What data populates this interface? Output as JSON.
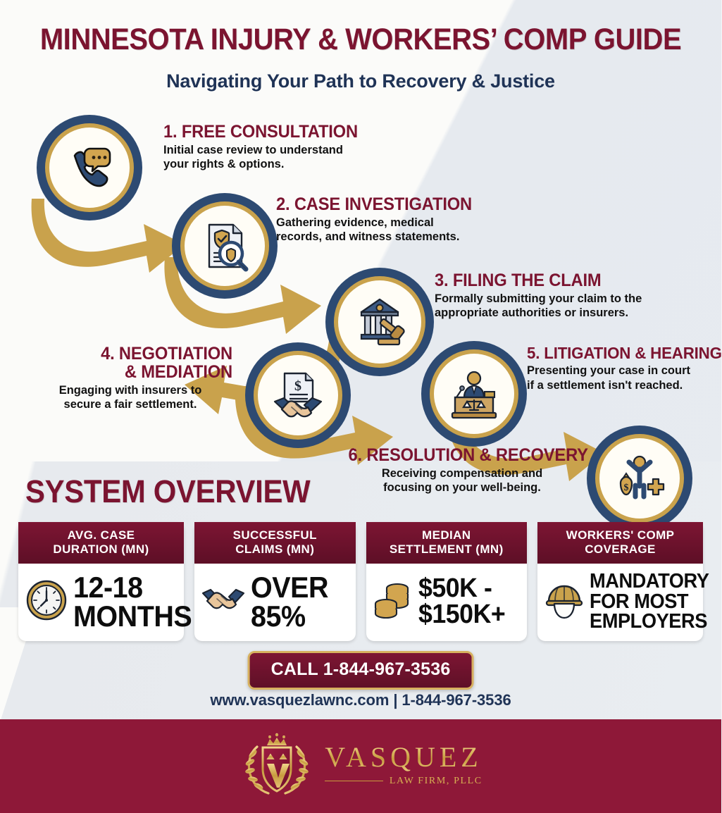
{
  "header": {
    "title": "MINNESOTA INJURY & WORKERS’ COMP GUIDE",
    "subtitle": "Navigating Your Path to Recovery & Justice"
  },
  "steps": [
    {
      "heading": "1. FREE CONSULTATION",
      "body": "Initial case review to understand\nyour rights & options.",
      "icon": "phone-chat-icon"
    },
    {
      "heading": "2. CASE INVESTIGATION",
      "body": "Gathering evidence, medical\nrecords, and witness statements.",
      "icon": "document-magnifier-icon"
    },
    {
      "heading": "3. FILING THE CLAIM",
      "body": "Formally submitting your claim to the\nappropriate authorities or insurers.",
      "icon": "courthouse-gavel-icon"
    },
    {
      "heading": "4. NEGOTIATION\n& MEDIATION",
      "body": "Engaging with insurers to\nsecure a fair settlement.",
      "icon": "handshake-document-icon"
    },
    {
      "heading": "5. LITIGATION & HEARING",
      "body": "Presenting your case in court\nif a settlement isn't reached.",
      "icon": "judge-bench-icon"
    },
    {
      "heading": "6. RESOLUTION & RECOVERY",
      "body": "Receiving compensation and\nfocusing on your well-being.",
      "icon": "person-moneybag-icon"
    }
  ],
  "overview": {
    "title": "SYSTEM OVERVIEW",
    "cards": [
      {
        "head": "AVG. CASE\nDURATION (MN)",
        "value": "12-18\nMONTHS",
        "icon": "clock-icon"
      },
      {
        "head": "SUCCESSFUL\nCLAIMS (MN)",
        "value": "OVER\n85%",
        "icon": "handshake-icon"
      },
      {
        "head": "MEDIAN\nSETTLEMENT (MN)",
        "value": "$50K -\n$150K+",
        "icon": "coins-icon"
      },
      {
        "head": "WORKERS' COMP\nCOVERAGE",
        "value": "MANDATORY\nFOR MOST\nEMPLOYERS",
        "icon": "hardhat-icon"
      }
    ]
  },
  "cta": {
    "label": "CALL 1-844-967-3536"
  },
  "contact": {
    "line": "www.vasquezlawnc.com | 1-844-967-3536"
  },
  "footer": {
    "brand": "VASQUEZ",
    "tagline": "LAW FIRM, PLLC"
  },
  "colors": {
    "maroon": "#7b1430",
    "navy": "#2d4a72",
    "gold": "#c9a24c",
    "footer_bar": "#8e1838",
    "body_text": "#111111"
  }
}
